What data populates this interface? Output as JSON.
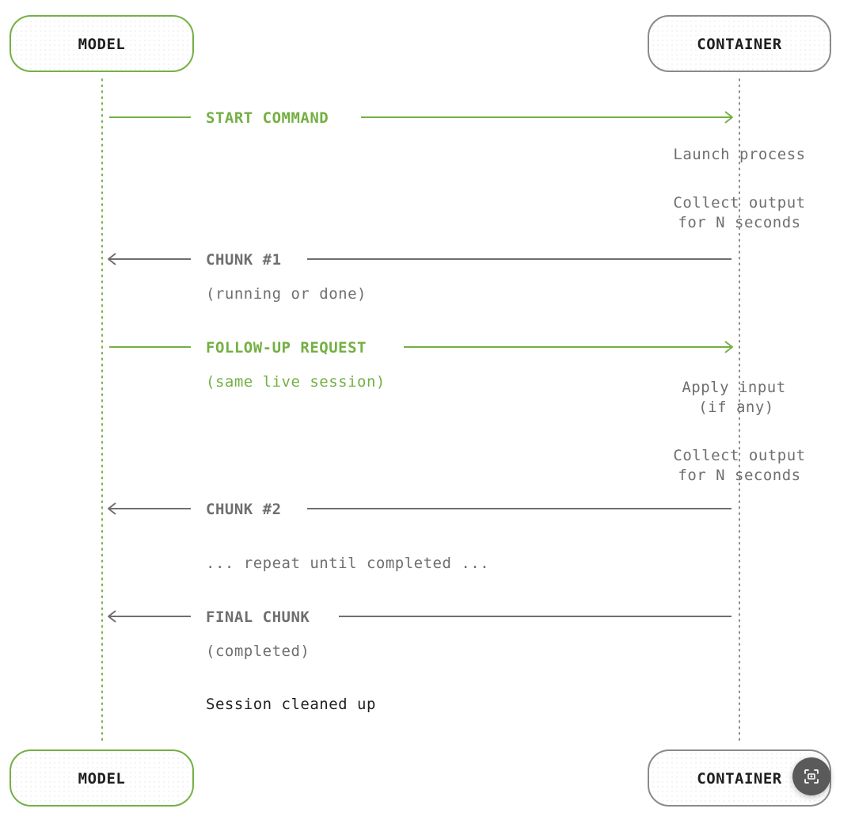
{
  "actors": {
    "left": "MODEL",
    "right": "CONTAINER"
  },
  "messages": {
    "start_command": "START COMMAND",
    "chunk_1": "CHUNK #1",
    "chunk_1_note": "(running or done)",
    "follow_up": "FOLLOW-UP REQUEST",
    "follow_up_note": "(same live session)",
    "chunk_2": "CHUNK #2",
    "repeat_note": "... repeat until completed ...",
    "final_chunk": "FINAL CHUNK",
    "final_note": "(completed)",
    "cleanup": "Session cleaned up"
  },
  "container_notes": {
    "launch": "Launch process",
    "collect_1_line1": "Collect output",
    "collect_1_line2": "for N seconds",
    "apply_line1": "Apply input",
    "apply_line2": "(if any)",
    "collect_2_line1": "Collect output",
    "collect_2_line2": "for N seconds"
  },
  "colors": {
    "model_accent": "#74b043",
    "container_accent": "#8a8a8a",
    "text_dark": "#1f1f1f",
    "text_gray": "#6f6f6f",
    "fab_bg": "#5a5a5a"
  },
  "icons": {
    "fab": "screenshot-capture-icon"
  }
}
